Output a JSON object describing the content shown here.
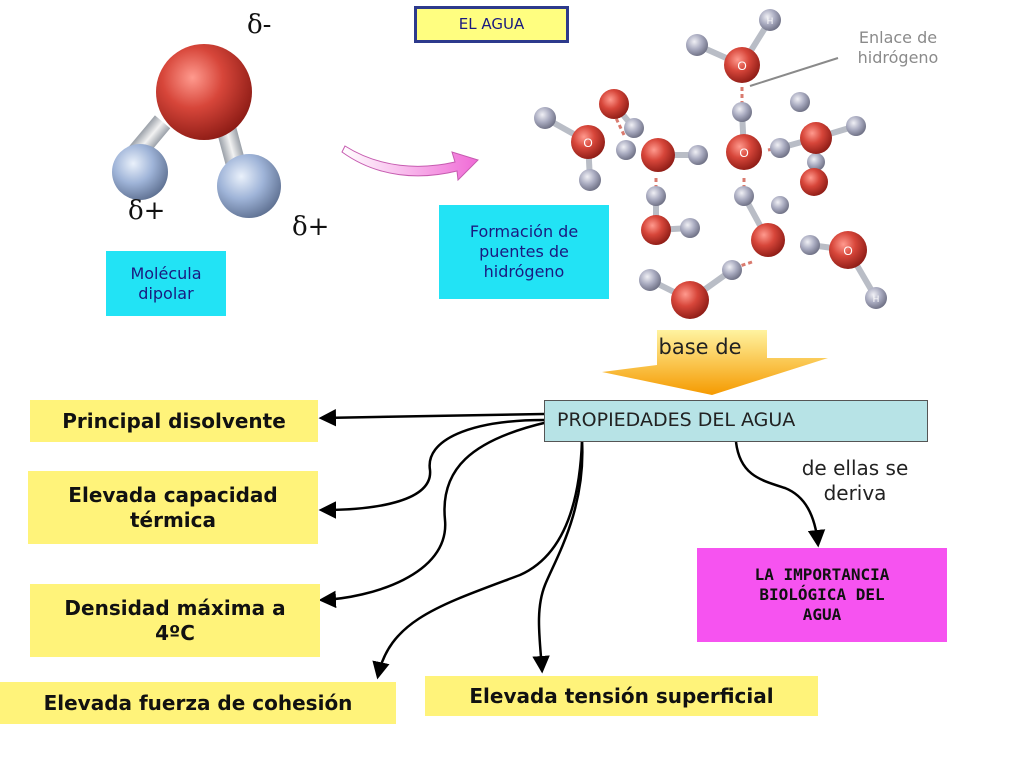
{
  "title": "EL AGUA",
  "molecule": {
    "delta_minus": "δ-",
    "delta_plus_left": "δ+",
    "delta_plus_right": "δ+",
    "label_line1": "Molécula",
    "label_line2": "dipolar"
  },
  "network": {
    "caption_line1": "Formación de",
    "caption_line2": "puentes de",
    "caption_line3": "hidrógeno",
    "bond_label_line1": "Enlace de",
    "bond_label_line2": "hidrógeno",
    "oxygen_symbol": "O",
    "hydrogen_symbol": "H"
  },
  "base_de": "base de",
  "properties": {
    "header": "PROPIEDADES DEL AGUA",
    "items": [
      {
        "line1": "Principal disolvente",
        "line2": ""
      },
      {
        "line1": "Elevada capacidad",
        "line2": "térmica"
      },
      {
        "line1": "Densidad máxima a",
        "line2": "4ºC"
      },
      {
        "line1": "Elevada fuerza de cohesión",
        "line2": ""
      },
      {
        "line1": "Elevada tensión superficial",
        "line2": ""
      }
    ]
  },
  "derive": {
    "line1": "de ellas se",
    "line2": "deriva"
  },
  "importance": {
    "line1": "LA IMPORTANCIA",
    "line2": "BIOLÓGICA DEL",
    "line3": "AGUA"
  },
  "colors": {
    "oxygen": "#d7463a",
    "hydrogen": "#9fb4d8",
    "cyan_box": "#22e3f5",
    "yellow_box": "#fff37a",
    "magenta_box": "#f653f0",
    "header_box": "#b7e3e6"
  }
}
